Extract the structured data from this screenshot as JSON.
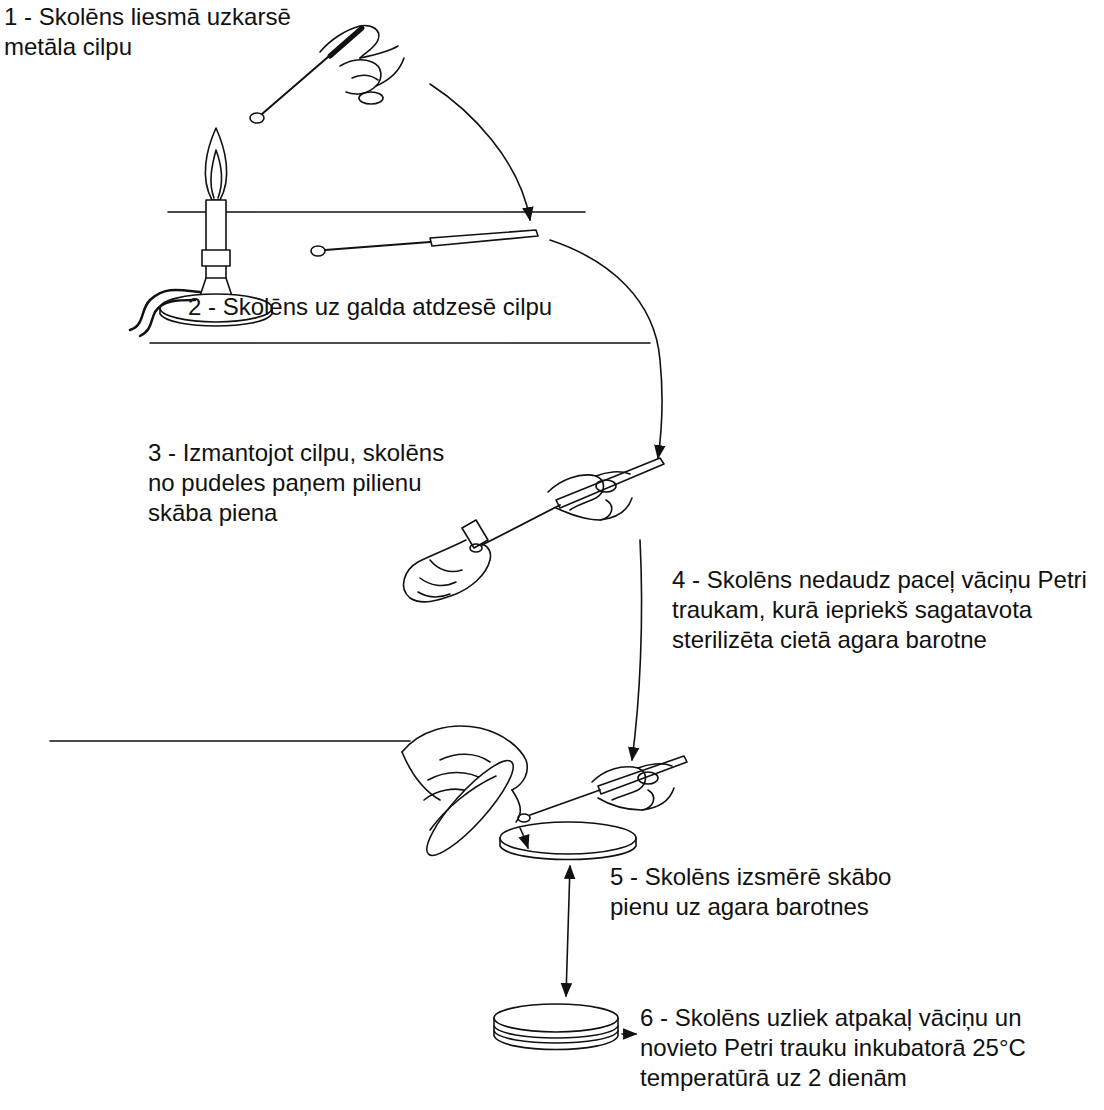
{
  "diagram": {
    "labels": [
      "1 - Skolēns liesmā uzkarsē metāla cilpu",
      "2 - Skolēns uz galda atdzesē cilpu",
      "3 - Izmantojot cilpu, skolēns no pudeles paņem pilienu skāba piena",
      "4 - Skolēns nedaudz paceļ vāciņu Petri traukam, kurā iepriekš sagatavota sterilizēta cietā agara barotne",
      "5 - Skolēns izsmērē skābo pienu uz agara barotnes",
      "6 - Skolēns uzliek atpakaļ vāciņu un novieto Petri trauku inkubatorā 25°C temperatūrā uz 2 dienām"
    ]
  }
}
